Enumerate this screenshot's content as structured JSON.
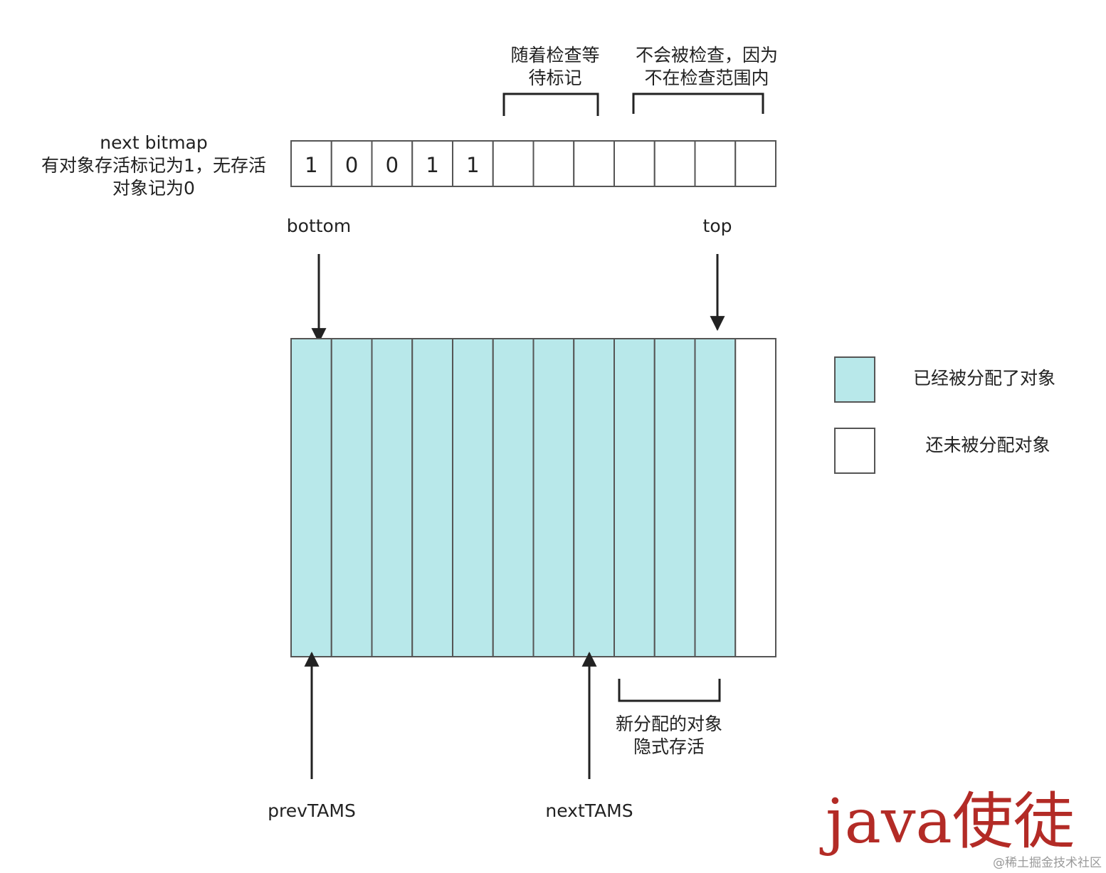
{
  "colors": {
    "allocated": "#b8e8ea",
    "unallocated": "#ffffff",
    "stroke": "#555555",
    "watermark": "#b32b26"
  },
  "labels": {
    "pending_check": [
      "随着检查等",
      "待标记"
    ],
    "not_checked": [
      "不会被检查，因为",
      "不在检查范围内"
    ],
    "bitmap_desc": [
      "next bitmap",
      "有对象存活标记为1，无存活",
      "对象记为0"
    ],
    "bottom": "bottom",
    "top": "top",
    "new_alloc": [
      "新分配的对象",
      "隐式存活"
    ],
    "prev_tams": "prevTAMS",
    "next_tams": "nextTAMS"
  },
  "bitmap": {
    "values": [
      "1",
      "0",
      "0",
      "1",
      "1",
      "",
      "",
      "",
      "",
      "",
      "",
      ""
    ]
  },
  "heap": {
    "cells": [
      "allocated",
      "allocated",
      "allocated",
      "allocated",
      "allocated",
      "allocated",
      "allocated",
      "allocated",
      "allocated",
      "allocated",
      "allocated",
      "unallocated"
    ]
  },
  "legend": {
    "allocated": "已经被分配了对象",
    "unallocated": "还未被分配对象"
  },
  "watermark": {
    "text": "java使徒",
    "source": "@稀土掘金技术社区"
  }
}
